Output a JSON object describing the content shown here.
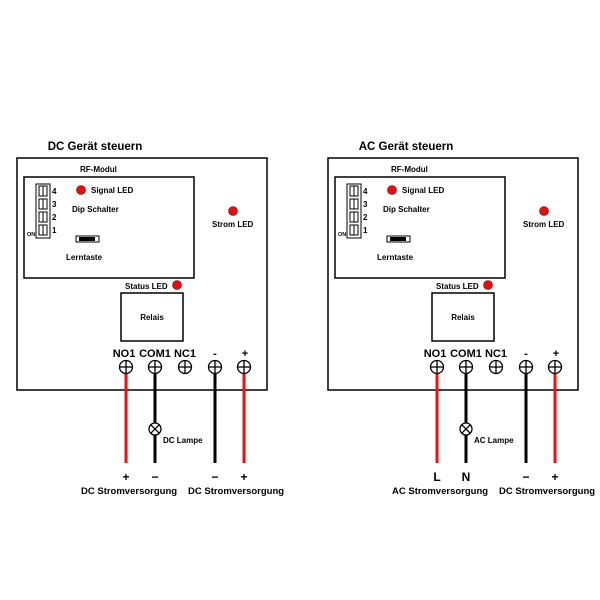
{
  "colors": {
    "led": "#e01010",
    "wire_red": "#ee1111",
    "wire_black": "#000000"
  },
  "dc": {
    "title": "DC Gerät steuern",
    "rf_module": "RF-Modul",
    "signal_led": "Signal LED",
    "dip_switch": "Dip Schalter",
    "learn_button": "Lerntaste",
    "on_label": "ON",
    "dip_numbers": [
      "4",
      "3",
      "2",
      "1"
    ],
    "power_led": "Strom LED",
    "status_led": "Status LED",
    "relay": "Relais",
    "terminals": [
      "NO1",
      "COM1",
      "NC1",
      "-",
      "+"
    ],
    "lamp": "DC Lampe",
    "load_polarity": [
      "+",
      "−"
    ],
    "supply_polarity": [
      "−",
      "+"
    ],
    "load_supply": "DC Stromversorgung",
    "module_supply": "DC Stromversorgung"
  },
  "ac": {
    "title": "AC Gerät steuern",
    "rf_module": "RF-Modul",
    "signal_led": "Signal LED",
    "dip_switch": "Dip Schalter",
    "learn_button": "Lerntaste",
    "on_label": "ON",
    "dip_numbers": [
      "4",
      "3",
      "2",
      "1"
    ],
    "power_led": "Strom LED",
    "status_led": "Status LED",
    "relay": "Relais",
    "terminals": [
      "NO1",
      "COM1",
      "NC1",
      "-",
      "+"
    ],
    "lamp": "AC Lampe",
    "load_polarity": [
      "L",
      "N"
    ],
    "supply_polarity": [
      "−",
      "+"
    ],
    "load_supply": "AC Stromversorgung",
    "module_supply": "DC Stromversorgung"
  }
}
